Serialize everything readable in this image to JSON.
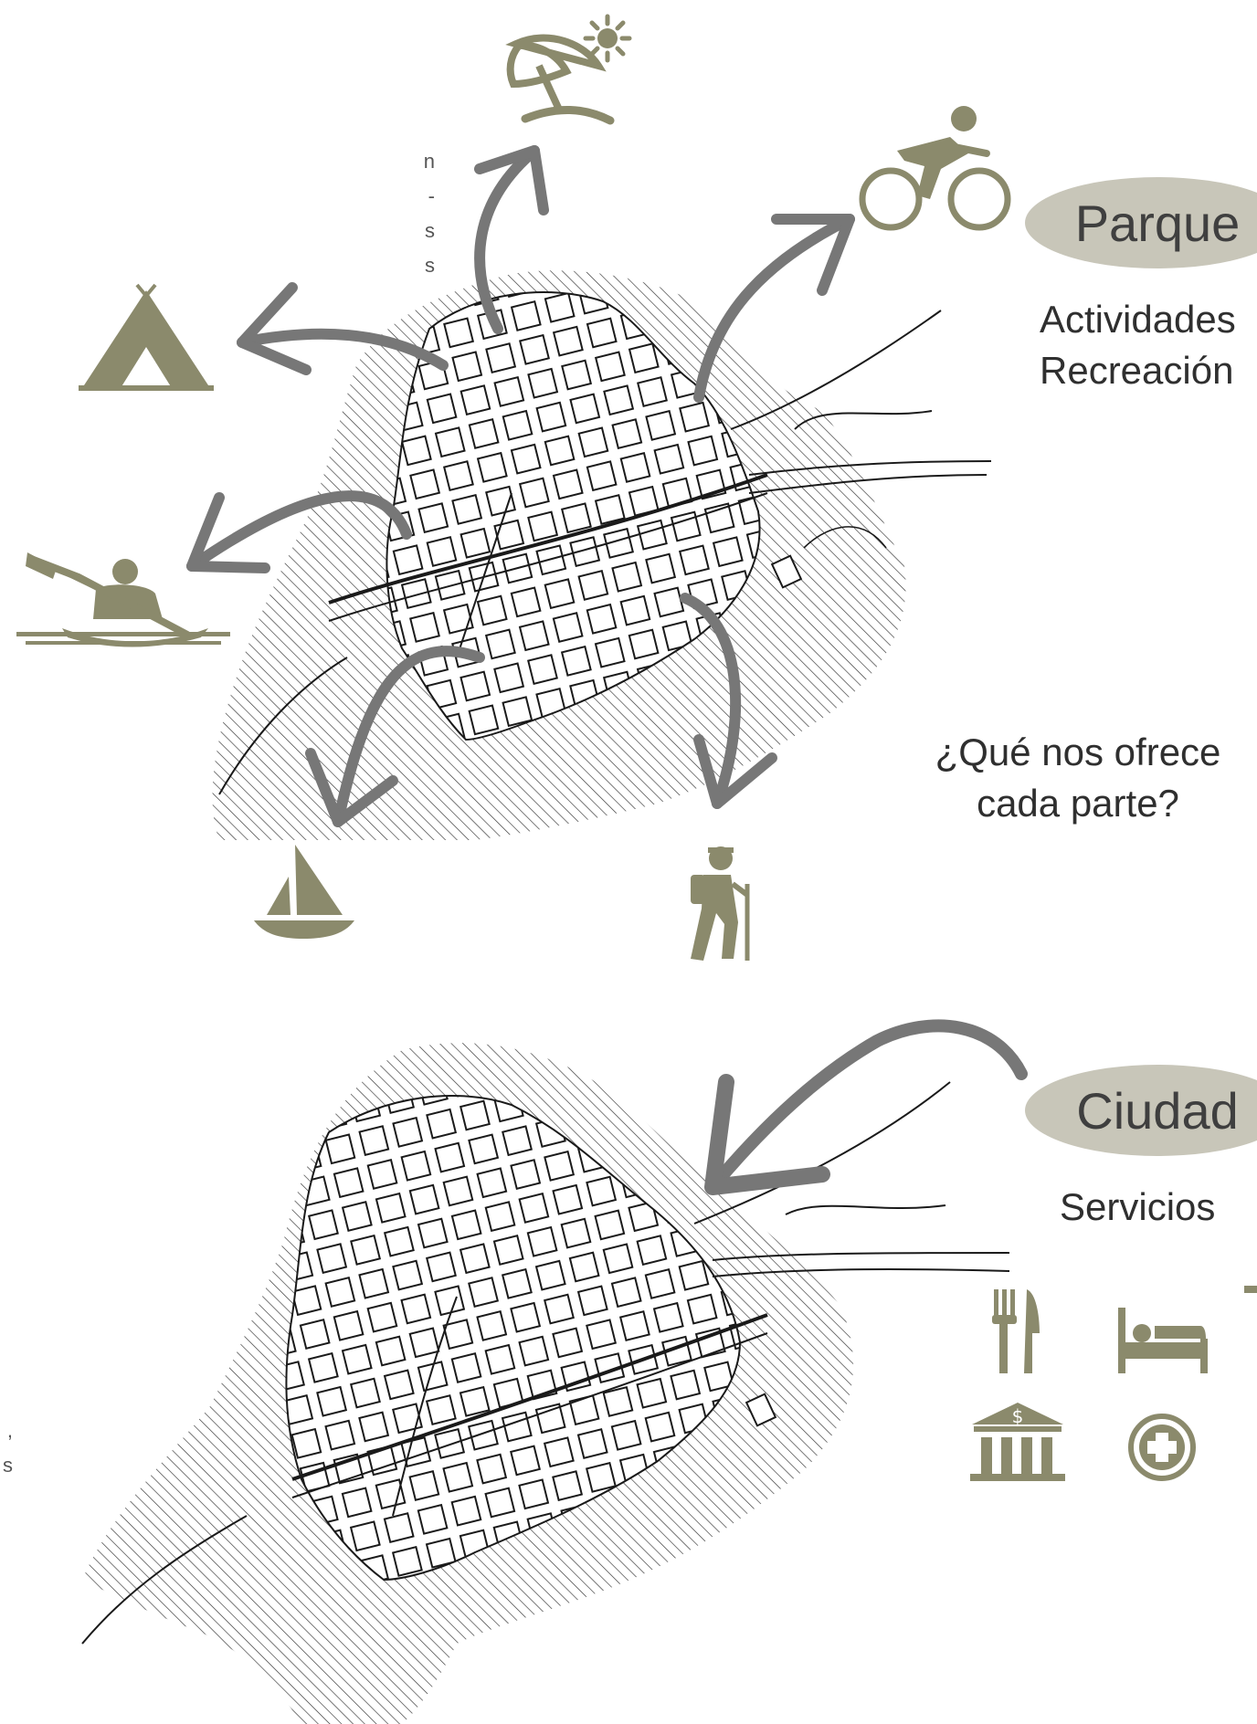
{
  "colors": {
    "icon": "#8b8a6c",
    "arrow": "#777777",
    "pill": "#c8c6b9",
    "map_line": "#1a1a1a"
  },
  "parque": {
    "pill_label": "Parque",
    "activities": [
      "Actividades",
      "Recreación"
    ],
    "icons": [
      "beach-umbrella-icon",
      "cyclist-icon",
      "tent-icon",
      "kayak-icon",
      "sailboat-icon",
      "hiker-icon"
    ]
  },
  "question": [
    "¿Qué nos ofrece",
    "cada parte?"
  ],
  "ciudad": {
    "pill_label": "Ciudad",
    "services_label": "Servicios",
    "icons": [
      "restaurant-icon",
      "bed-icon",
      "bank-icon",
      "hospital-icon"
    ]
  },
  "cropped_text_fragments": {
    "top_left": [
      "n",
      "-",
      "s",
      "s"
    ],
    "bottom_left": [
      ",",
      "s"
    ]
  }
}
